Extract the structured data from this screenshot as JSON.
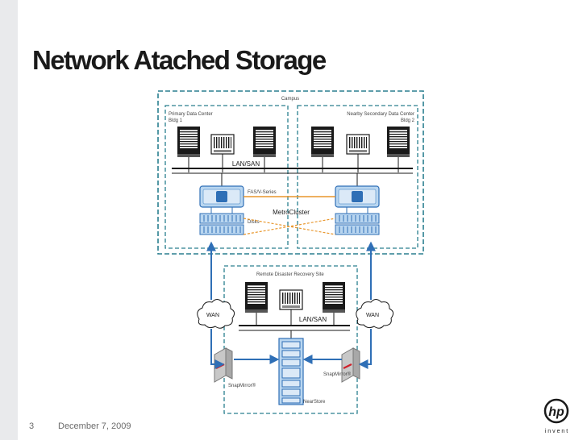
{
  "slide": {
    "title": "Network Atached Storage",
    "page_number": "3",
    "date": "December 7, 2009"
  },
  "logo": {
    "mark": "hp",
    "tagline": "i n v e n t"
  },
  "diagram": {
    "campus_label": "Campus",
    "primary_dc_label": "Primary Data Center",
    "primary_bldg_label": "Bldg 1",
    "secondary_dc_label": "Nearby Secondary Data Center",
    "secondary_bldg_label": "Bldg 2",
    "lan_san_top": "LAN/SAN",
    "fas_label": "FAS/V-Series",
    "metrocluster_label": "MetroCluster",
    "disks_label": "Disks",
    "remote_site_label": "Remote Disaster Recovery Site",
    "lan_san_bottom": "LAN/SAN",
    "wan_left": "WAN",
    "wan_right": "WAN",
    "snapmirror_left": "SnapMirror®",
    "snapmirror_right": "SnapMirror®",
    "nearstore_label": "NearStore"
  },
  "colors": {
    "dashed_border": "#2a7f8f",
    "arrow_blue": "#2f6fb6",
    "link_orange": "#e8962b",
    "device_blue": "#b9d6f0"
  }
}
